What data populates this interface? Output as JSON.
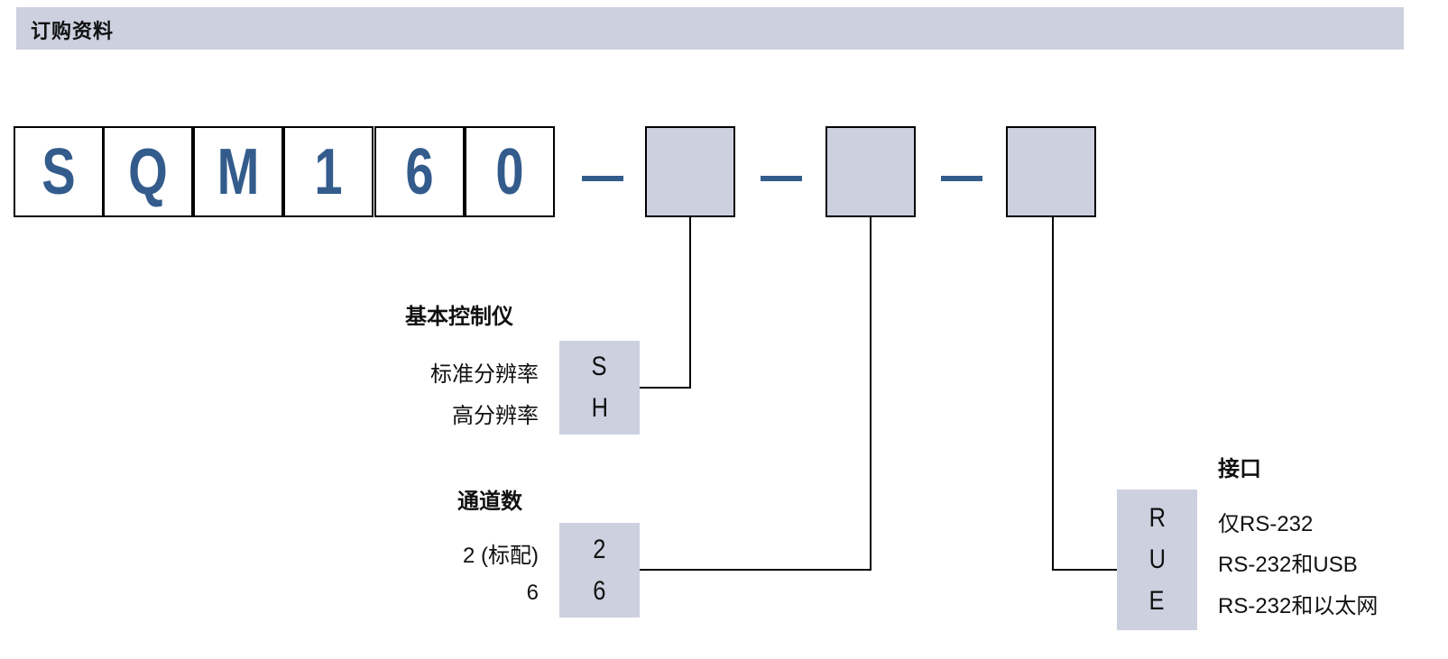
{
  "title": "订购资料",
  "code": {
    "chars": [
      "S",
      "Q",
      "M",
      "1",
      "6",
      "0"
    ]
  },
  "colors": {
    "band": "#cdd0df",
    "accent": "#335c8c"
  },
  "groups": [
    {
      "heading": "基本控制仪",
      "options": [
        {
          "label": "标准分辨率",
          "code": "S"
        },
        {
          "label": "高分辨率",
          "code": "H"
        }
      ]
    },
    {
      "heading": "通道数",
      "options": [
        {
          "label": "2 (标配)",
          "code": "2"
        },
        {
          "label": "6",
          "code": "6"
        }
      ]
    },
    {
      "heading": "接口",
      "options": [
        {
          "label": "仅RS-232",
          "code": "R"
        },
        {
          "label": "RS-232和USB",
          "code": "U"
        },
        {
          "label": "RS-232和以太网",
          "code": "E"
        }
      ]
    }
  ]
}
